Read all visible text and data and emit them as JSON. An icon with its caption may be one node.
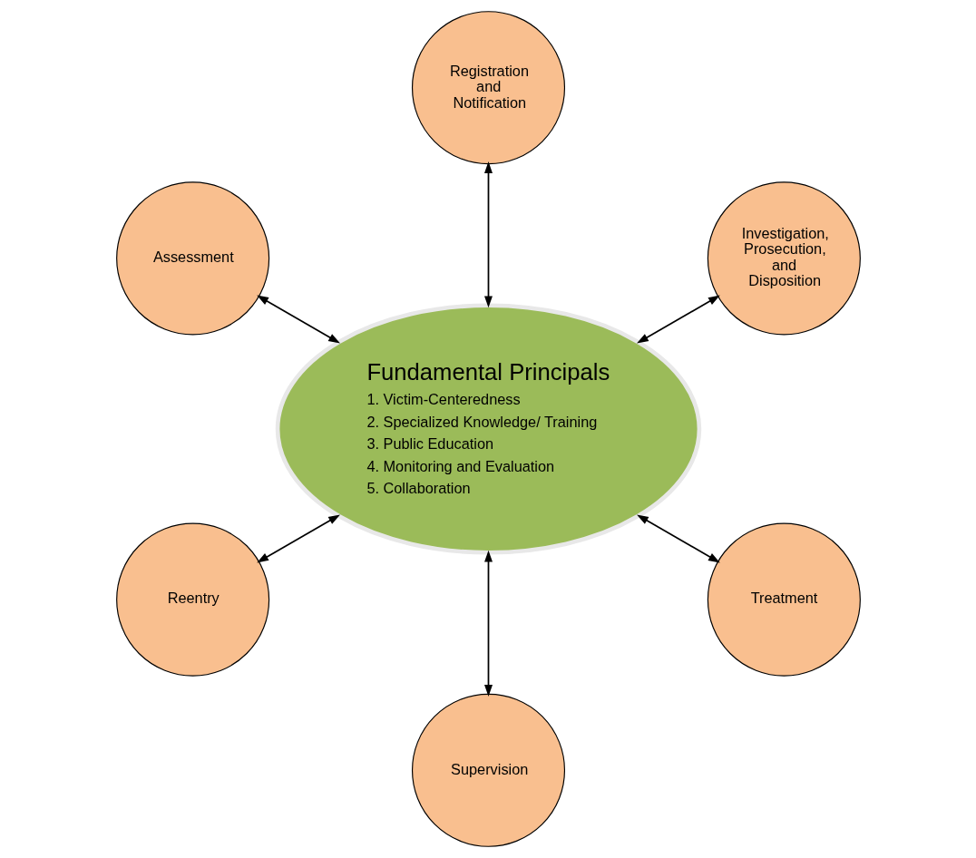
{
  "diagram": {
    "nodes": [
      {
        "text": [
          "Fundamental Principals",
          "1. Victim-Centeredness",
          "2. Specialized Knowledge/ Training",
          "3. Public Education",
          "4. Monitoring and Evaluation",
          "5. Collaboration"
        ]
      },
      {
        "text": [
          "Investigation, Prosecution, and Disposition"
        ]
      },
      {
        "text": [
          "Registration and Notification"
        ]
      },
      {
        "text": [
          "Assessment"
        ]
      },
      {
        "text": [
          "Reentry"
        ]
      },
      {
        "text": [
          "Supervision"
        ]
      },
      {
        "text": [
          "Treatment"
        ]
      }
    ],
    "edges": [
      {
        "from": 0,
        "to": 1,
        "arrow": "both"
      },
      {
        "from": 0,
        "to": 2,
        "arrow": "both"
      },
      {
        "from": 0,
        "to": 3,
        "arrow": "both"
      },
      {
        "from": 0,
        "to": 5,
        "arrow": "both"
      },
      {
        "from": 0,
        "to": 6,
        "arrow": "both"
      },
      {
        "from": 0,
        "to": 4,
        "arrow": "both"
      }
    ]
  }
}
